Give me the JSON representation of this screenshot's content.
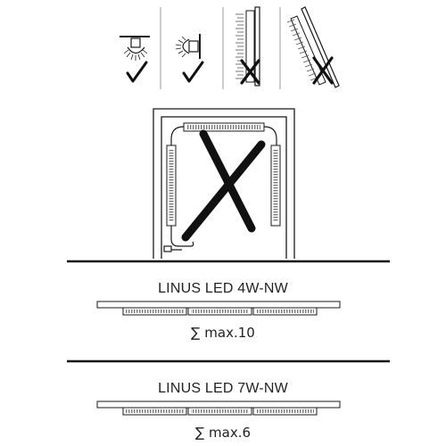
{
  "mounting_options": [
    {
      "name": "ceiling-downward",
      "allowed": true
    },
    {
      "name": "wall-sideward",
      "allowed": true
    },
    {
      "name": "wall-vertical",
      "allowed": false
    },
    {
      "name": "wall-tilted",
      "allowed": false
    }
  ],
  "door_frame": {
    "allowed": false
  },
  "products": [
    {
      "label": "LINUS LED 4W-NW",
      "sum_symbol": "∑",
      "limit_text": "max.10",
      "segments": 3
    },
    {
      "label": "LINUS LED 7W-NW",
      "sum_symbol": "∑",
      "limit_text": "max.6",
      "segments": 3
    }
  ],
  "colors": {
    "line": "#1a1a1a",
    "stripe": "#777777",
    "frame": "#999999"
  }
}
